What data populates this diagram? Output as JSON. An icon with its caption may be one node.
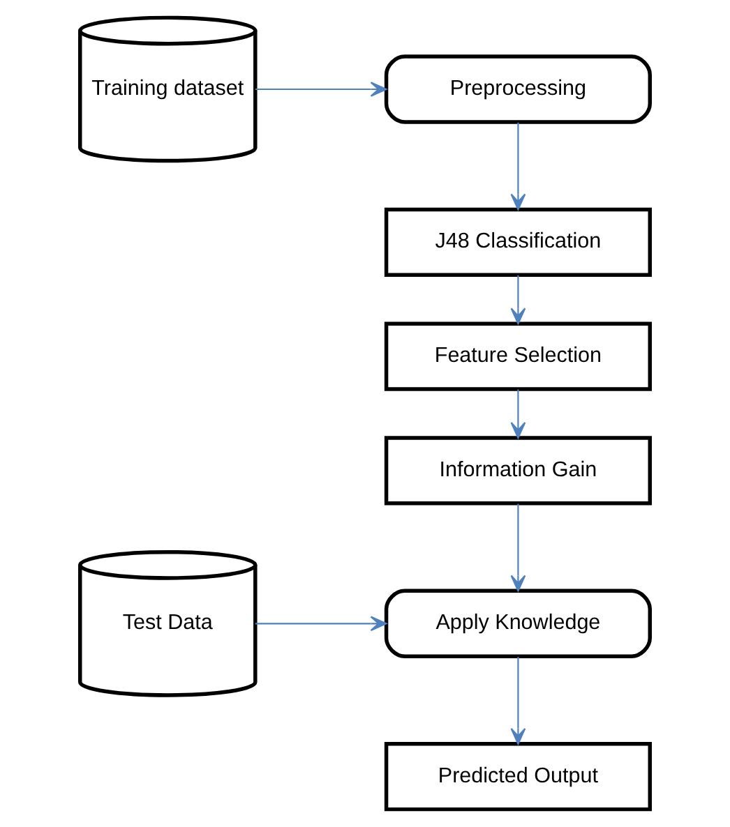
{
  "diagram": {
    "nodes": [
      {
        "text": [
          "Training dataset"
        ]
      },
      {
        "text": [
          "Preprocessing"
        ]
      },
      {
        "text": [
          "J48 Classification"
        ]
      },
      {
        "text": [
          "Feature Selection"
        ]
      },
      {
        "text": [
          "Information Gain"
        ]
      },
      {
        "text": [
          "Test Data"
        ]
      },
      {
        "text": [
          "Apply Knowledge"
        ]
      },
      {
        "text": [
          "Predicted Output"
        ]
      }
    ],
    "edges": [
      {
        "from": 0,
        "to": 1,
        "arrow": "to"
      },
      {
        "from": 1,
        "to": 2,
        "arrow": "to"
      },
      {
        "from": 2,
        "to": 3,
        "arrow": "to"
      },
      {
        "from": 3,
        "to": 4,
        "arrow": "to"
      },
      {
        "from": 4,
        "to": 6,
        "arrow": "to"
      },
      {
        "from": 5,
        "to": 6,
        "arrow": "to"
      },
      {
        "from": 6,
        "to": 7,
        "arrow": "to"
      }
    ]
  }
}
